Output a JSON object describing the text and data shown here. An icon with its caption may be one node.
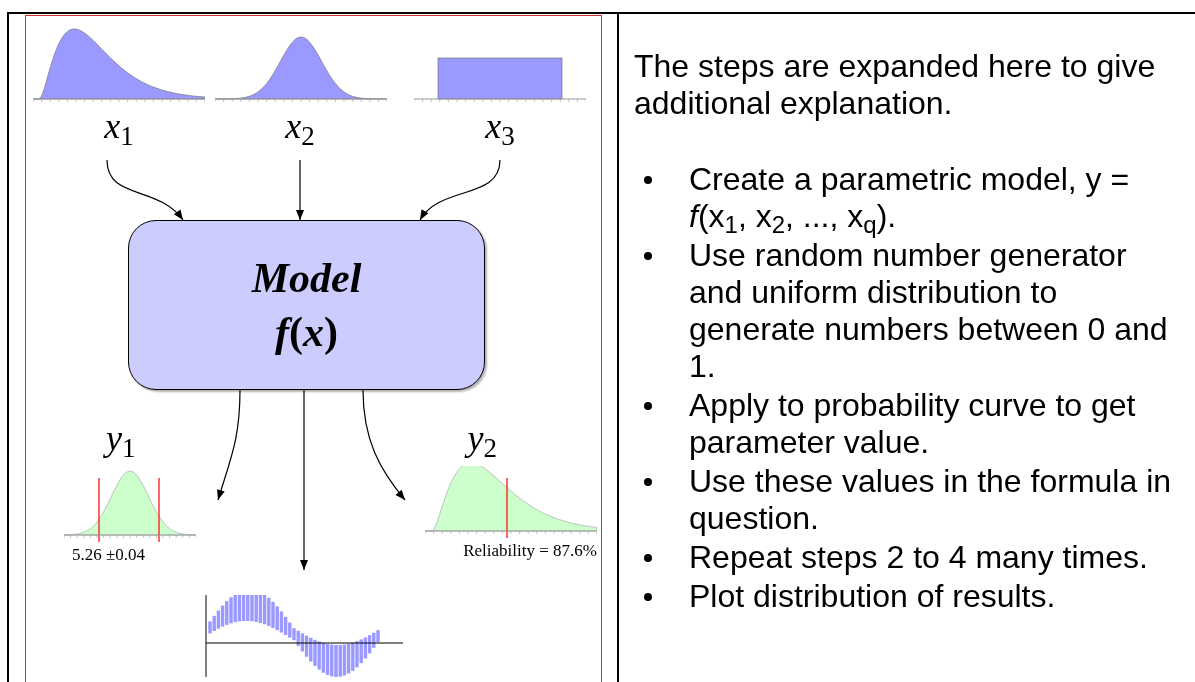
{
  "diagram": {
    "nodes": [
      {
        "text": [
          "*x*$_{1}$"
        ]
      },
      {
        "text": [
          "*x*$_{2}$"
        ]
      },
      {
        "text": [
          "*x*$_{3}$"
        ]
      },
      {
        "text": [
          "Model",
          "*f*(*x*)"
        ]
      },
      {
        "text": [
          "*y*$_{1}$",
          "5.26 ±0.04"
        ]
      },
      {
        "text": [],
        "shape": "picture"
      },
      {
        "text": [
          "*y*$_{2}$",
          "Reliability = 87.6%"
        ]
      }
    ],
    "edges": [
      {
        "from": 0,
        "to": 3,
        "arrow": "to"
      },
      {
        "from": 1,
        "to": 3,
        "arrow": "to"
      },
      {
        "from": 2,
        "to": 3,
        "arrow": "to"
      },
      {
        "from": 3,
        "to": 4,
        "arrow": "to"
      },
      {
        "from": 3,
        "to": 5,
        "arrow": "to"
      },
      {
        "from": 3,
        "to": 6,
        "arrow": "to"
      }
    ],
    "labels": [
      "The steps are expanded here to give additional explanation.",
      "Create a parametric model, y = *f*(x$_{1}$, x$_{2}$, ..., x$_{q}$).",
      "Use random number generator and uniform distribution to generate numbers between 0 and 1.",
      "Apply to probability curve to get parameter value.",
      "Use these values in the formula in question.",
      "Repeat steps 2 to 4 many times.",
      "Plot distribution of results."
    ]
  }
}
